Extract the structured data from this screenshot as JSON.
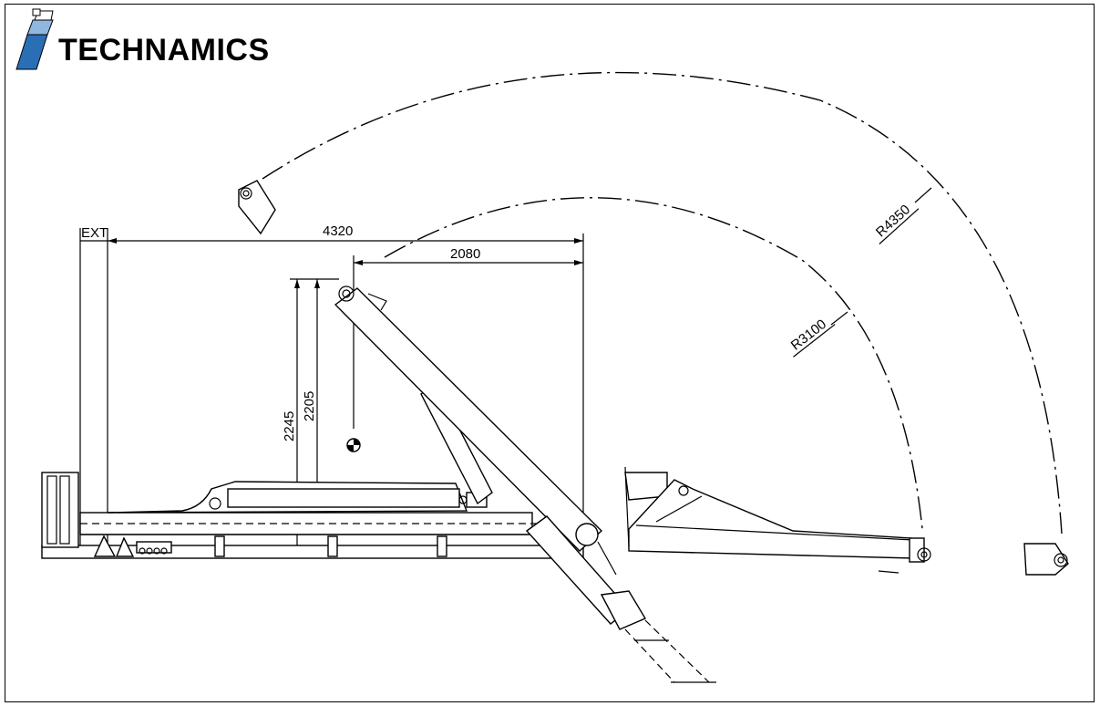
{
  "brand": {
    "name": "TECHNAMICS",
    "logo_icon": "technamics-logo-icon",
    "accent_color": "#2a6fb5"
  },
  "dimensions": {
    "ext_label": "EXT",
    "overall_length": "4320",
    "hook_reach": "2080",
    "height_outer": "2245",
    "height_inner": "2205",
    "radius_inner": "R3100",
    "radius_outer": "R4350"
  }
}
